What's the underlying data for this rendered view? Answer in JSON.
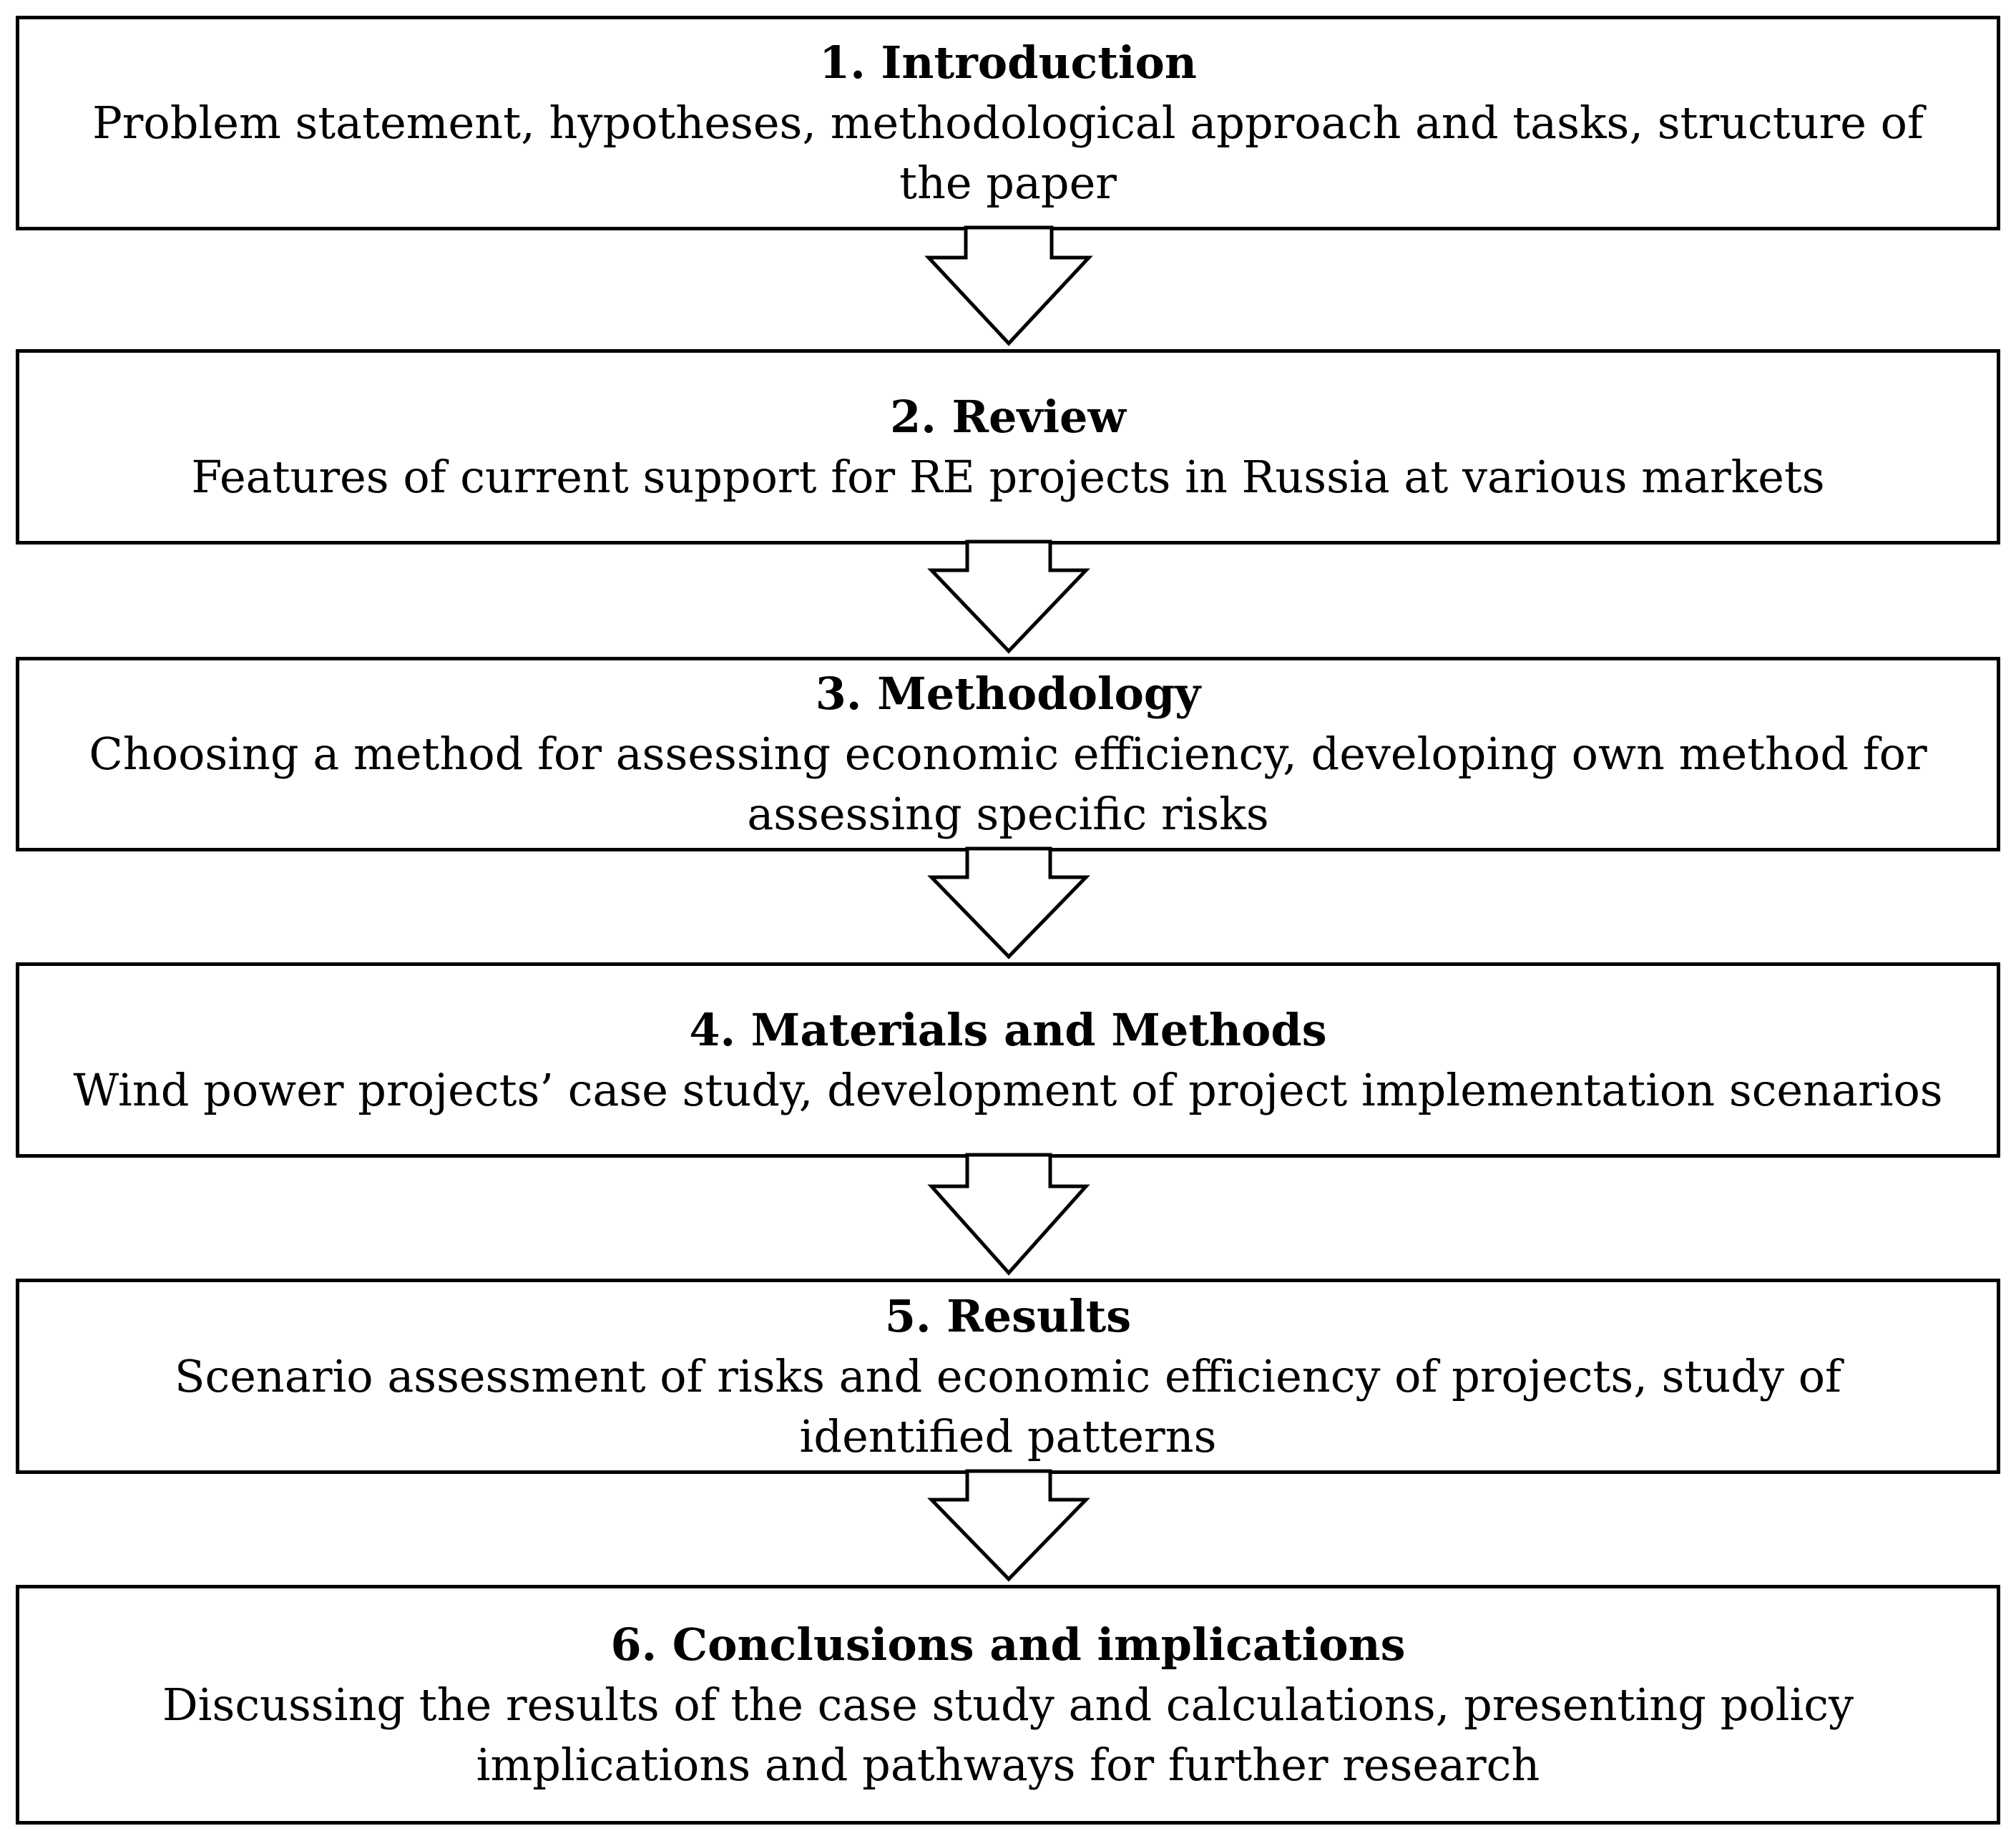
{
  "steps": [
    {
      "title": "1. Introduction",
      "description": "Problem statement, hypotheses, methodological approach and tasks, structure of the paper"
    },
    {
      "title": "2. Review",
      "description": "Features of current support for RE projects in Russia at various markets"
    },
    {
      "title": "3. Methodology",
      "description": "Choosing a method for assessing economic efficiency, developing own method for assessing specific risks"
    },
    {
      "title": "4. Materials and Methods",
      "description": "Wind power projects’ case study, development of project implementation scenarios"
    },
    {
      "title": "5. Results",
      "description": "Scenario assessment of risks and economic efficiency of projects, study of identified patterns"
    },
    {
      "title": "6. Conclusions and implications",
      "description": "Discussing the results of the case study and calculations, presenting policy implications and pathways for further research"
    }
  ]
}
